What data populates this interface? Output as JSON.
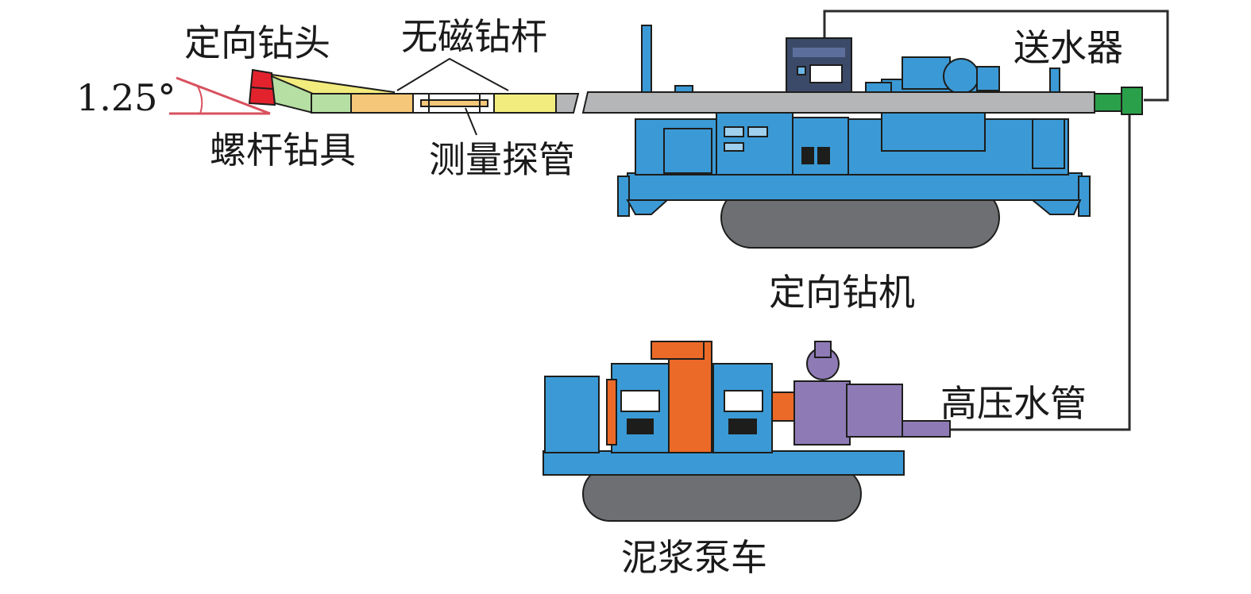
{
  "labels": {
    "angle": "1.25°",
    "drill_bit": "定向钻头",
    "nonmag_rod": "无磁钻杆",
    "screw_tool": "螺杆钻具",
    "probe": "测量探管",
    "water_feeder": "送水器",
    "drill_rig": "定向钻机",
    "hp_hose": "高压水管",
    "pump_truck": "泥浆泵车"
  },
  "colors": {
    "machine_blue": "#3b9ad6",
    "outline": "#1d1d1b",
    "track_gray": "#6d6f72",
    "pump_orange": "#ec6a28",
    "pump_purple": "#8e7bb6",
    "bit_red": "#e2232e",
    "rod_yellow": "#f2ec7e",
    "rod_orange": "#f5c778",
    "rod_green": "#b6dfa3",
    "feeder_green": "#2aa04a",
    "pipe_gray": "#b4b6b8",
    "angle_line": "#d8515e"
  }
}
